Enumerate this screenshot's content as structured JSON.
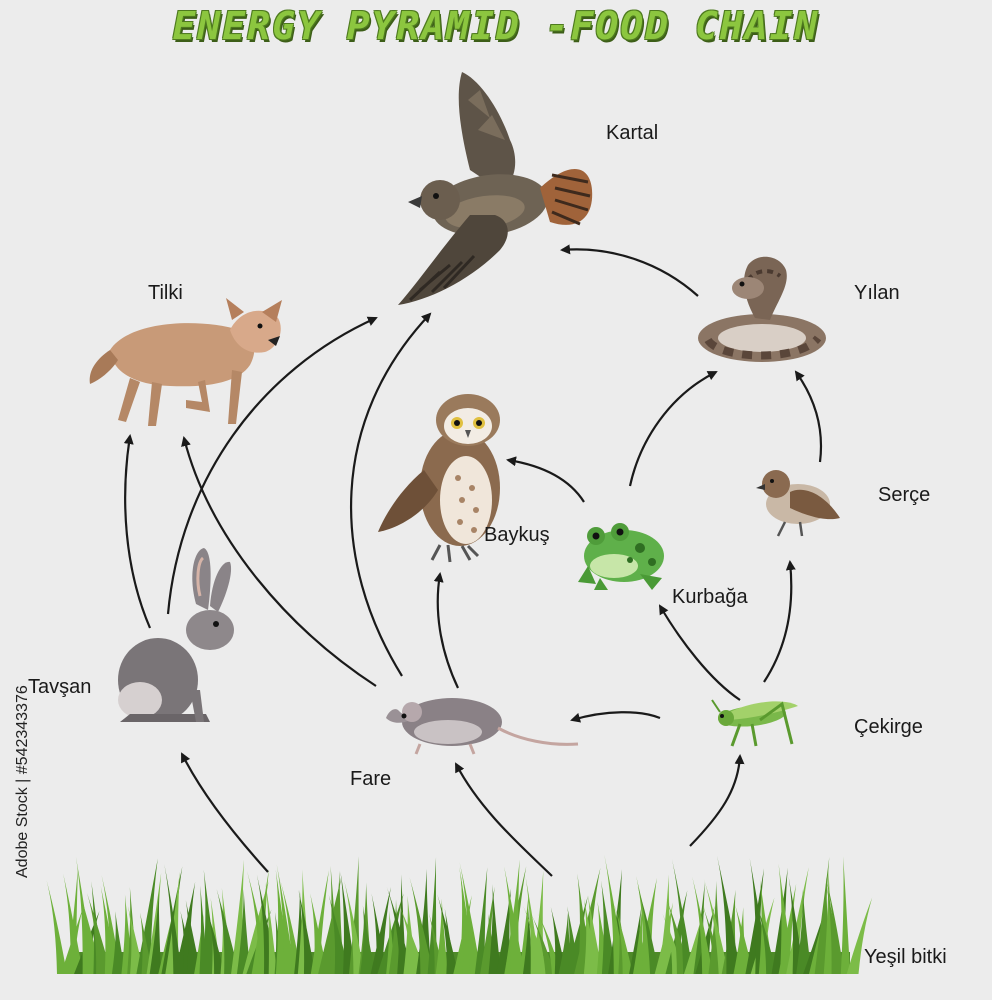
{
  "title": "ENERGY PYRAMID -FOOD CHAIN",
  "organisms": {
    "eagle": "Kartal",
    "fox": "Tilki",
    "snake": "Yılan",
    "owl": "Baykuş",
    "sparrow": "Serçe",
    "frog": "Kurbağa",
    "rabbit": "Tavşan",
    "mouse": "Fare",
    "grasshopper": "Çekirge",
    "plant": "Yeşil bitki"
  },
  "stock_id": "Adobe Stock | #542343376",
  "colors": {
    "background": "#ececec",
    "title_green": "#8cc63f",
    "arrow": "#1a1a1a",
    "grass": "#5a9a2e"
  }
}
